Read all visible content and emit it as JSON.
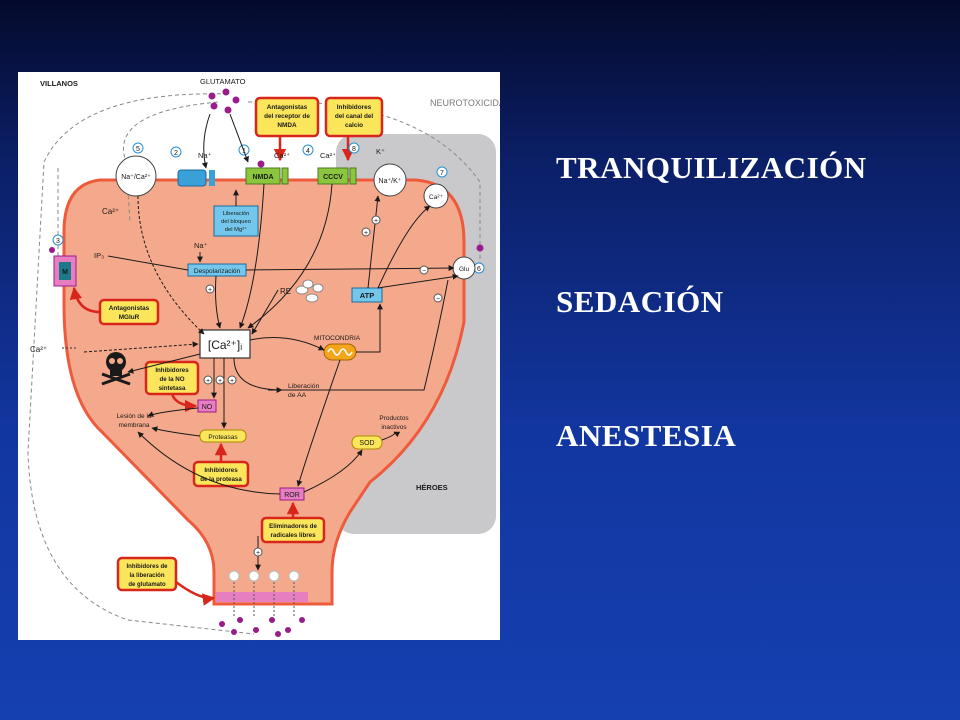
{
  "figure": {
    "villains_label": "VILLANOS",
    "heroes_label": "HÉROES",
    "glutamate_label": "GLUTAMATO",
    "faded_label": "NEUROTOXICIDAD",
    "boxes": {
      "nmda_antagonists": "Antagonistas del receptor de NMDA",
      "calcium_blockers": "Inhibidores del canal del calcio",
      "mglur_antagonists": "Antagonistas MGluR",
      "no_inhibitors": "Inhibidores de la NO sintetasa",
      "protease_inhibitors": "Inhibidores de la proteasa",
      "radical_scavengers": "Eliminadores de radicales libres",
      "glutamate_release_inhibitors": "Inhibidores de la liberación de glutamato",
      "mg_release": "Liberación del bloqueo del Mg²⁺",
      "depolarization": "Despolarización"
    },
    "labels": {
      "nmda": "NMDA",
      "cccv": "CCCV",
      "atp": "ATP",
      "na": "Na⁺",
      "na_ca": "Na⁺/Ca²⁺",
      "na_k": "Na⁺/K⁺",
      "k": "K⁺",
      "ca": "Ca²⁺",
      "ca_intra": "[Ca²⁺]ᵢ",
      "ip3": "IP₃",
      "re": "RE",
      "mitochondria": "MITOCONDRIA",
      "aa_release": "Liberación de AA",
      "no": "NO",
      "proteases": "Proteasas",
      "membrane_lesion": "Lesión de la membrana",
      "inactive_products": "Productos inactivos",
      "sod": "SOD",
      "ror": "ROR",
      "glu": "Glu",
      "m": "M"
    },
    "step_numbers": [
      "1",
      "2",
      "3",
      "4",
      "5",
      "6",
      "7",
      "8"
    ]
  },
  "bullets": [
    "TRANQUILIZACIÓN",
    "SEDACIÓN",
    "ANESTESIA"
  ],
  "colors": {
    "background_top": "#040a2c",
    "background_bottom": "#1540b0",
    "cell_fill": "#f5a98c",
    "heroes_panel": "#c9c9cc",
    "red_arrow": "#d8261c",
    "yellow_box": "#fbe55a",
    "blue_box": "#74c7ec",
    "purple_dot": "#9a1c8a"
  }
}
